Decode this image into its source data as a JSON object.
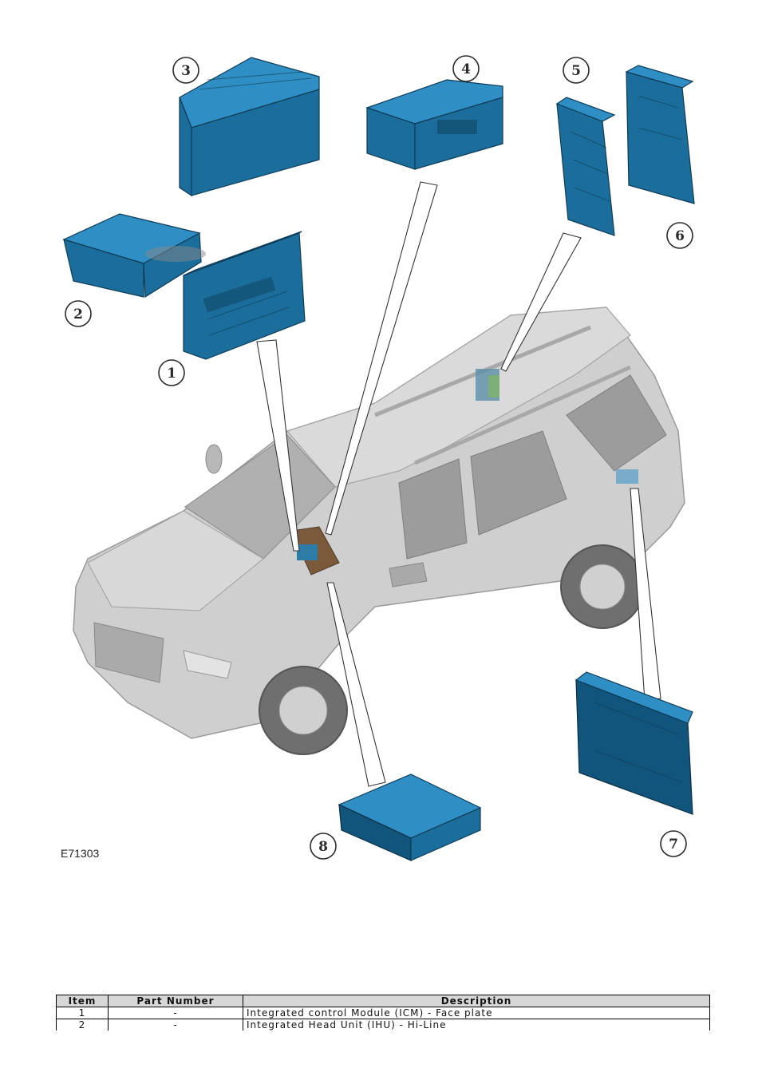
{
  "figure": {
    "code": "E71303",
    "callouts": [
      "1",
      "2",
      "3",
      "4",
      "5",
      "6",
      "7",
      "8"
    ]
  },
  "table": {
    "headers": [
      "Item",
      "Part Number",
      "Description"
    ],
    "rows": [
      {
        "item": "1",
        "part_number": "-",
        "description": "Integrated control Module (ICM) - Face plate"
      },
      {
        "item": "2",
        "part_number": "-",
        "description": "Integrated Head Unit (IHU) - Hi-Line"
      }
    ]
  },
  "colors": {
    "module": "#1b6e9c",
    "vehicle": "#c9c9c9",
    "header_bg": "#d7d7d7"
  }
}
